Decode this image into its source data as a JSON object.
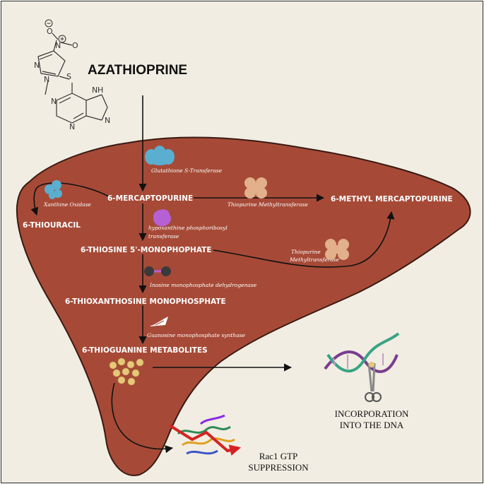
{
  "title": "AZATHIOPRINE",
  "molecule": {
    "atoms": [
      "N",
      "O",
      "O",
      "N",
      "N",
      "S",
      "N",
      "H",
      "N",
      "N",
      "N"
    ]
  },
  "metabolites": {
    "mercaptopurine": "6-MERCAPTOPURINE",
    "thiouracil": "6-THIOURACIL",
    "methyl_mercaptopurine": "6-METHYL MERCAPTOPURINE",
    "thiosine_monophosphate": "6-THIOSINE 5'-MONOPHOPHATE",
    "thioxanthosine_monophosphate": "6-THIOXANTHOSINE MONOPHOSPHATE",
    "thioguanine_metabolites": "6-THIOGUANINE METABOLITES"
  },
  "enzymes": {
    "gst": "Glutathione S-Transferase",
    "xanthine_oxidase": "Xanthine Oxidase",
    "tpmt_1": "Thiopurine Methyltransferase",
    "hprt_line1": "hypoxanthine phosphoribosyl",
    "hprt_line2": "transferase",
    "tpmt_2_line1": "Thiopurine",
    "tpmt_2_line2": "Methyltransferase",
    "impdh": "Inosine monophosphate dehydrogenase",
    "gmps": "Guanosine monophosphate synthase"
  },
  "outcomes": {
    "dna_line1": "INCORPORATION",
    "dna_line2": "INTO THE DNA",
    "rac_line1": "Rac1 GTP",
    "rac_line2": "SUPPRESSION"
  },
  "colors": {
    "background": "#f1ede2",
    "liver": "#a64a37",
    "liver_outline": "#3a1a12",
    "arrow": "#111111",
    "enzyme_blue": "#5aaed0",
    "enzyme_violet": "#b660d6",
    "enzyme_tan": "#e2b08a",
    "enzyme_dark": "#3a3a3a",
    "metabolite_pellets": "#e7c87a",
    "dna_purple": "#7a3d8e",
    "dna_teal": "#3aa386",
    "decline_red": "#d62222"
  },
  "icons": [
    "molecule-structure-icon",
    "enzyme-blob-icon",
    "dna-helix-icon",
    "scissors-icon",
    "protein-ribbon-icon",
    "down-trend-arrow-icon",
    "pellets-icon"
  ]
}
